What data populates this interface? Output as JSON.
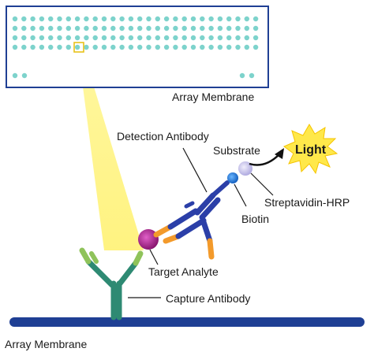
{
  "labels": {
    "array_membrane_top": "Array Membrane",
    "detection_antibody": "Detection Antibody",
    "substrate": "Substrate",
    "light": "Light",
    "streptavidin_hrp": "Streptavidin-HRP",
    "biotin": "Biotin",
    "target_analyte": "Target Analyte",
    "capture_antibody": "Capture Antibody",
    "array_membrane_bottom": "Array Membrane"
  },
  "colors": {
    "membrane_blue": "#1f3f94",
    "array_dot": "#7dd3cc",
    "highlight_box": "#e8c21a",
    "beam_yellow": "#fff79a",
    "capture_green": "#2e8a73",
    "capture_light_green": "#8fc35a",
    "detection_blue": "#2b3fa8",
    "detection_orange": "#f39a2b",
    "analyte_purple": "#9b1b7e",
    "biotin_blue": "#1e78d6",
    "hrp_lavender": "#c9c6ea",
    "light_yellow": "#ffe84a"
  },
  "array": {
    "top_block_rows": 4,
    "top_block_cols": 28,
    "bottom_row_dots": 4
  }
}
